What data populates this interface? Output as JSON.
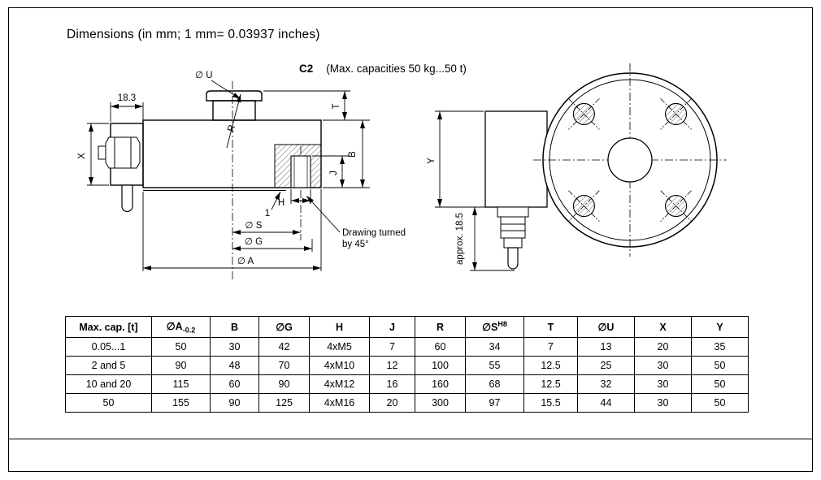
{
  "header": {
    "title": "Dimensions (in mm; 1 mm= 0.03937 inches)",
    "model": "C2",
    "capacity_note": "(Max. capacities 50 kg...50 t)"
  },
  "drawing": {
    "side": {
      "dia_u": "∅ U",
      "d18": "18.3",
      "x": "X",
      "t": "T",
      "b": "B",
      "j": "J",
      "h": "H",
      "one": "1",
      "r": "R",
      "dia_s": "∅ S",
      "dia_g": "∅ G",
      "dia_a": "∅ A",
      "note1": "Drawing turned",
      "note2": "by 45°"
    },
    "front": {
      "y": "Y",
      "approx": "approx. 18.5"
    }
  },
  "table": {
    "headers": {
      "c0": "Max. cap. [t]",
      "a": "∅A",
      "a_sub": "-0.2",
      "b": "B",
      "g": "∅G",
      "h": "H",
      "j": "J",
      "r": "R",
      "s": "∅S",
      "s_sup": "H8",
      "t": "T",
      "u": "∅U",
      "x": "X",
      "y": "Y"
    },
    "rows": [
      [
        "0.05...1",
        "50",
        "30",
        "42",
        "4xM5",
        "7",
        "60",
        "34",
        "7",
        "13",
        "20",
        "35"
      ],
      [
        "2 and 5",
        "90",
        "48",
        "70",
        "4xM10",
        "12",
        "100",
        "55",
        "12.5",
        "25",
        "30",
        "50"
      ],
      [
        "10 and 20",
        "115",
        "60",
        "90",
        "4xM12",
        "16",
        "160",
        "68",
        "12.5",
        "32",
        "30",
        "50"
      ],
      [
        "50",
        "155",
        "90",
        "125",
        "4xM16",
        "20",
        "300",
        "97",
        "15.5",
        "44",
        "30",
        "50"
      ]
    ]
  }
}
